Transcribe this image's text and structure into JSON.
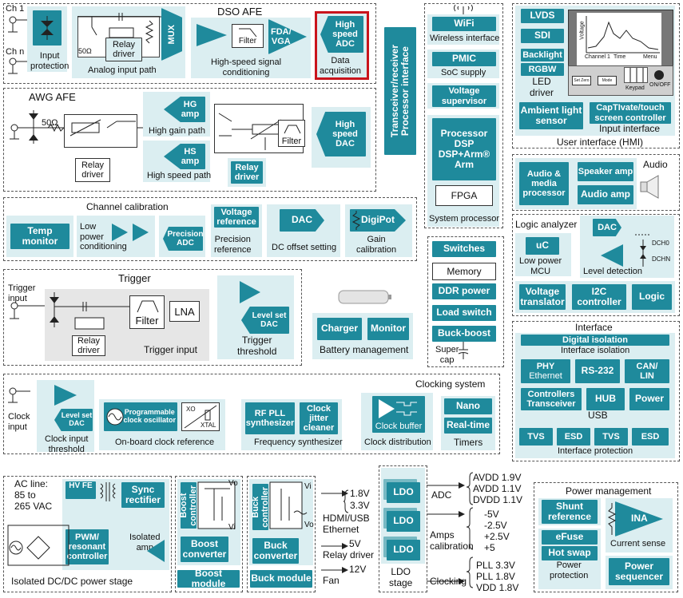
{
  "dso": {
    "title": "DSO AFE",
    "ch1": "Ch 1",
    "chn": "Ch n",
    "input_protection": "Input\nprotection",
    "ohm": "50Ω",
    "relay_driver": "Relay\ndriver",
    "mux": "MUX",
    "analog_input_path": "Analog input path",
    "filter": "Filter",
    "fda_vga": "FDA/\nVGA",
    "hs_conditioning": "High-speed signal\nconditioning",
    "hs_adc": "High\nspeed\nADC",
    "data_acq": "Data\nacquisition"
  },
  "transceiver": "Transceiver/receiver\nProcessor interface",
  "soc": {
    "wifi": "WiFi",
    "wifi_label": "Wireless interface",
    "pmic": "PMIC",
    "pmic_label": "SoC supply",
    "vsup": "Voltage\nsupervisor",
    "processor": "Processor\nDSP\nDSP+Arm®\nArm",
    "fpga": "FPGA",
    "sys_proc": "System processor"
  },
  "hmi": {
    "lvds": "LVDS",
    "sdi": "SDI",
    "backlight": "Backlight",
    "rgbw": "RGBW",
    "led_driver": "LED\ndriver",
    "ambient": "Ambient light\nsensor",
    "captivate": "CapTIvate/touch\nscreen controller",
    "input_iface": "Input interface",
    "title": "User interface (HMI)",
    "screen_voltage": "Voltage",
    "screen_ch": "Channel 1",
    "screen_time": "Time",
    "screen_menu": "Menu",
    "keypad": "Keypad",
    "setzero": "Set Zero",
    "mode": "Mode",
    "onoff": "ON/OFF"
  },
  "awg": {
    "title": "AWG AFE",
    "ohm": "50Ω",
    "relay_driver": "Relay\ndriver",
    "hg_amp": "HG\namp",
    "hg_path": "High gain path",
    "hs_amp": "HS\namp",
    "hs_path": "High speed path",
    "relay_driver2": "Relay\ndriver",
    "filter": "Filter",
    "hs_dac": "High\nspeed\nDAC"
  },
  "audio": {
    "title": "Audio",
    "codec": "Audio &\nmedia\nprocessor",
    "spk": "Speaker amp",
    "amp": "Audio amp"
  },
  "calib": {
    "title": "Channel calibration",
    "temp": "Temp\nmonitor",
    "lowpower": "Low\npower\nconditioning",
    "padc": "Precision\nADC",
    "vref": "Voltage\nreference",
    "pref": "Precision\nreference",
    "dac": "DAC",
    "dc_offset": "DC offset setting",
    "digipot": "DigiPot",
    "gain_cal": "Gain\ncalibration"
  },
  "logic": {
    "title": "Logic analyzer",
    "dac": "DAC",
    "dch0": "DCH0",
    "dchn": "DCHN",
    "uc": "uC",
    "lp_mcu": "Low power\nMCU",
    "level": "Level detection",
    "vtrans": "Voltage\ntranslator",
    "i2c": "I2C\ncontroller",
    "logicbox": "Logic"
  },
  "memory": {
    "switches": "Switches",
    "memory": "Memory",
    "ddr": "DDR power",
    "load": "Load switch",
    "buckboost": "Buck-boost",
    "supercap": "Super\ncap"
  },
  "trigger": {
    "title": "Trigger",
    "input": "Trigger\ninput",
    "relay_driver": "Relay\ndriver",
    "filter": "Filter",
    "lna": "LNA",
    "trig_input": "Trigger input",
    "level_dac": "Level set\nDAC",
    "threshold": "Trigger\nthreshold"
  },
  "battery": {
    "charger": "Charger",
    "monitor": "Monitor",
    "label": "Battery management"
  },
  "iface": {
    "title": "Interface",
    "digiso": "Digital isolation",
    "iso_label": "Interface isolation",
    "phy": "PHY",
    "ethernet": "Ethernet",
    "rs232": "RS-232",
    "canlin": "CAN/\nLIN",
    "ctrl": "Controllers\nTransceiver",
    "hub": "HUB",
    "power": "Power",
    "usb": "USB",
    "tvs": "TVS",
    "esd": "ESD",
    "protection": "Interface protection"
  },
  "clock": {
    "title": "Clocking system",
    "input": "Clock\ninput",
    "level_dac": "Level set\nDAC",
    "threshold": "Clock input\nthreshold",
    "prog": "Programmable\nclock oscillator",
    "xo": "XO",
    "xtal": "XTAL",
    "onboard": "On-board clock reference",
    "rfpll": "RF PLL\nsynthesizer",
    "jitter": "Clock\njitter\ncleaner",
    "freq": "Frequency synthesizer",
    "buffer": "Clock buffer",
    "dist": "Clock distribution",
    "nano": "Nano",
    "rtc": "Real-time",
    "timers": "Timers"
  },
  "power": {
    "acline": "AC line:\n85 to\n265 VAC",
    "hvfe": "HV FE",
    "sync": "Sync\nrectifier",
    "pwm": "PWM/\nresonant\ncontroller",
    "isoamp": "Isolated\namp",
    "iso_stage": "Isolated DC/DC power stage",
    "boost_ctrl": "Boost\ncontroller",
    "boost_conv": "Boost\nconverter",
    "boost_mod": "Boost module",
    "vo": "Vo",
    "vi": "Vi",
    "buck_ctrl": "Buck\ncontroller",
    "buck_conv": "Buck\nconverter",
    "buck_mod": "Buck module",
    "v18": "1.8V",
    "v33": "3.3V",
    "hdmi": "HDMI/USB\nEthernet",
    "v5": "5V",
    "relay": "Relay driver",
    "v12": "12V",
    "fan": "Fan",
    "ldo": "LDO",
    "ldo_stage": "LDO\nstage",
    "adc": "ADC",
    "adc_rails": "AVDD 1.9V\nAVDD 1.1V\nDVDD 1.1V",
    "amps": "Amps\ncalibration",
    "amp_rails": "-5V\n-2.5V\n+2.5V\n+5",
    "clocking": "Clocking",
    "clk_rails": "PLL 3.3V\nPLL 1.8V\nVDD 1.8V"
  },
  "pm": {
    "title": "Power management",
    "shunt": "Shunt\nreference",
    "ina": "INA",
    "efuse": "eFuse",
    "hotswap": "Hot swap",
    "pprot": "Power\nprotection",
    "csense": "Current sense",
    "seq": "Power\nsequencer"
  }
}
